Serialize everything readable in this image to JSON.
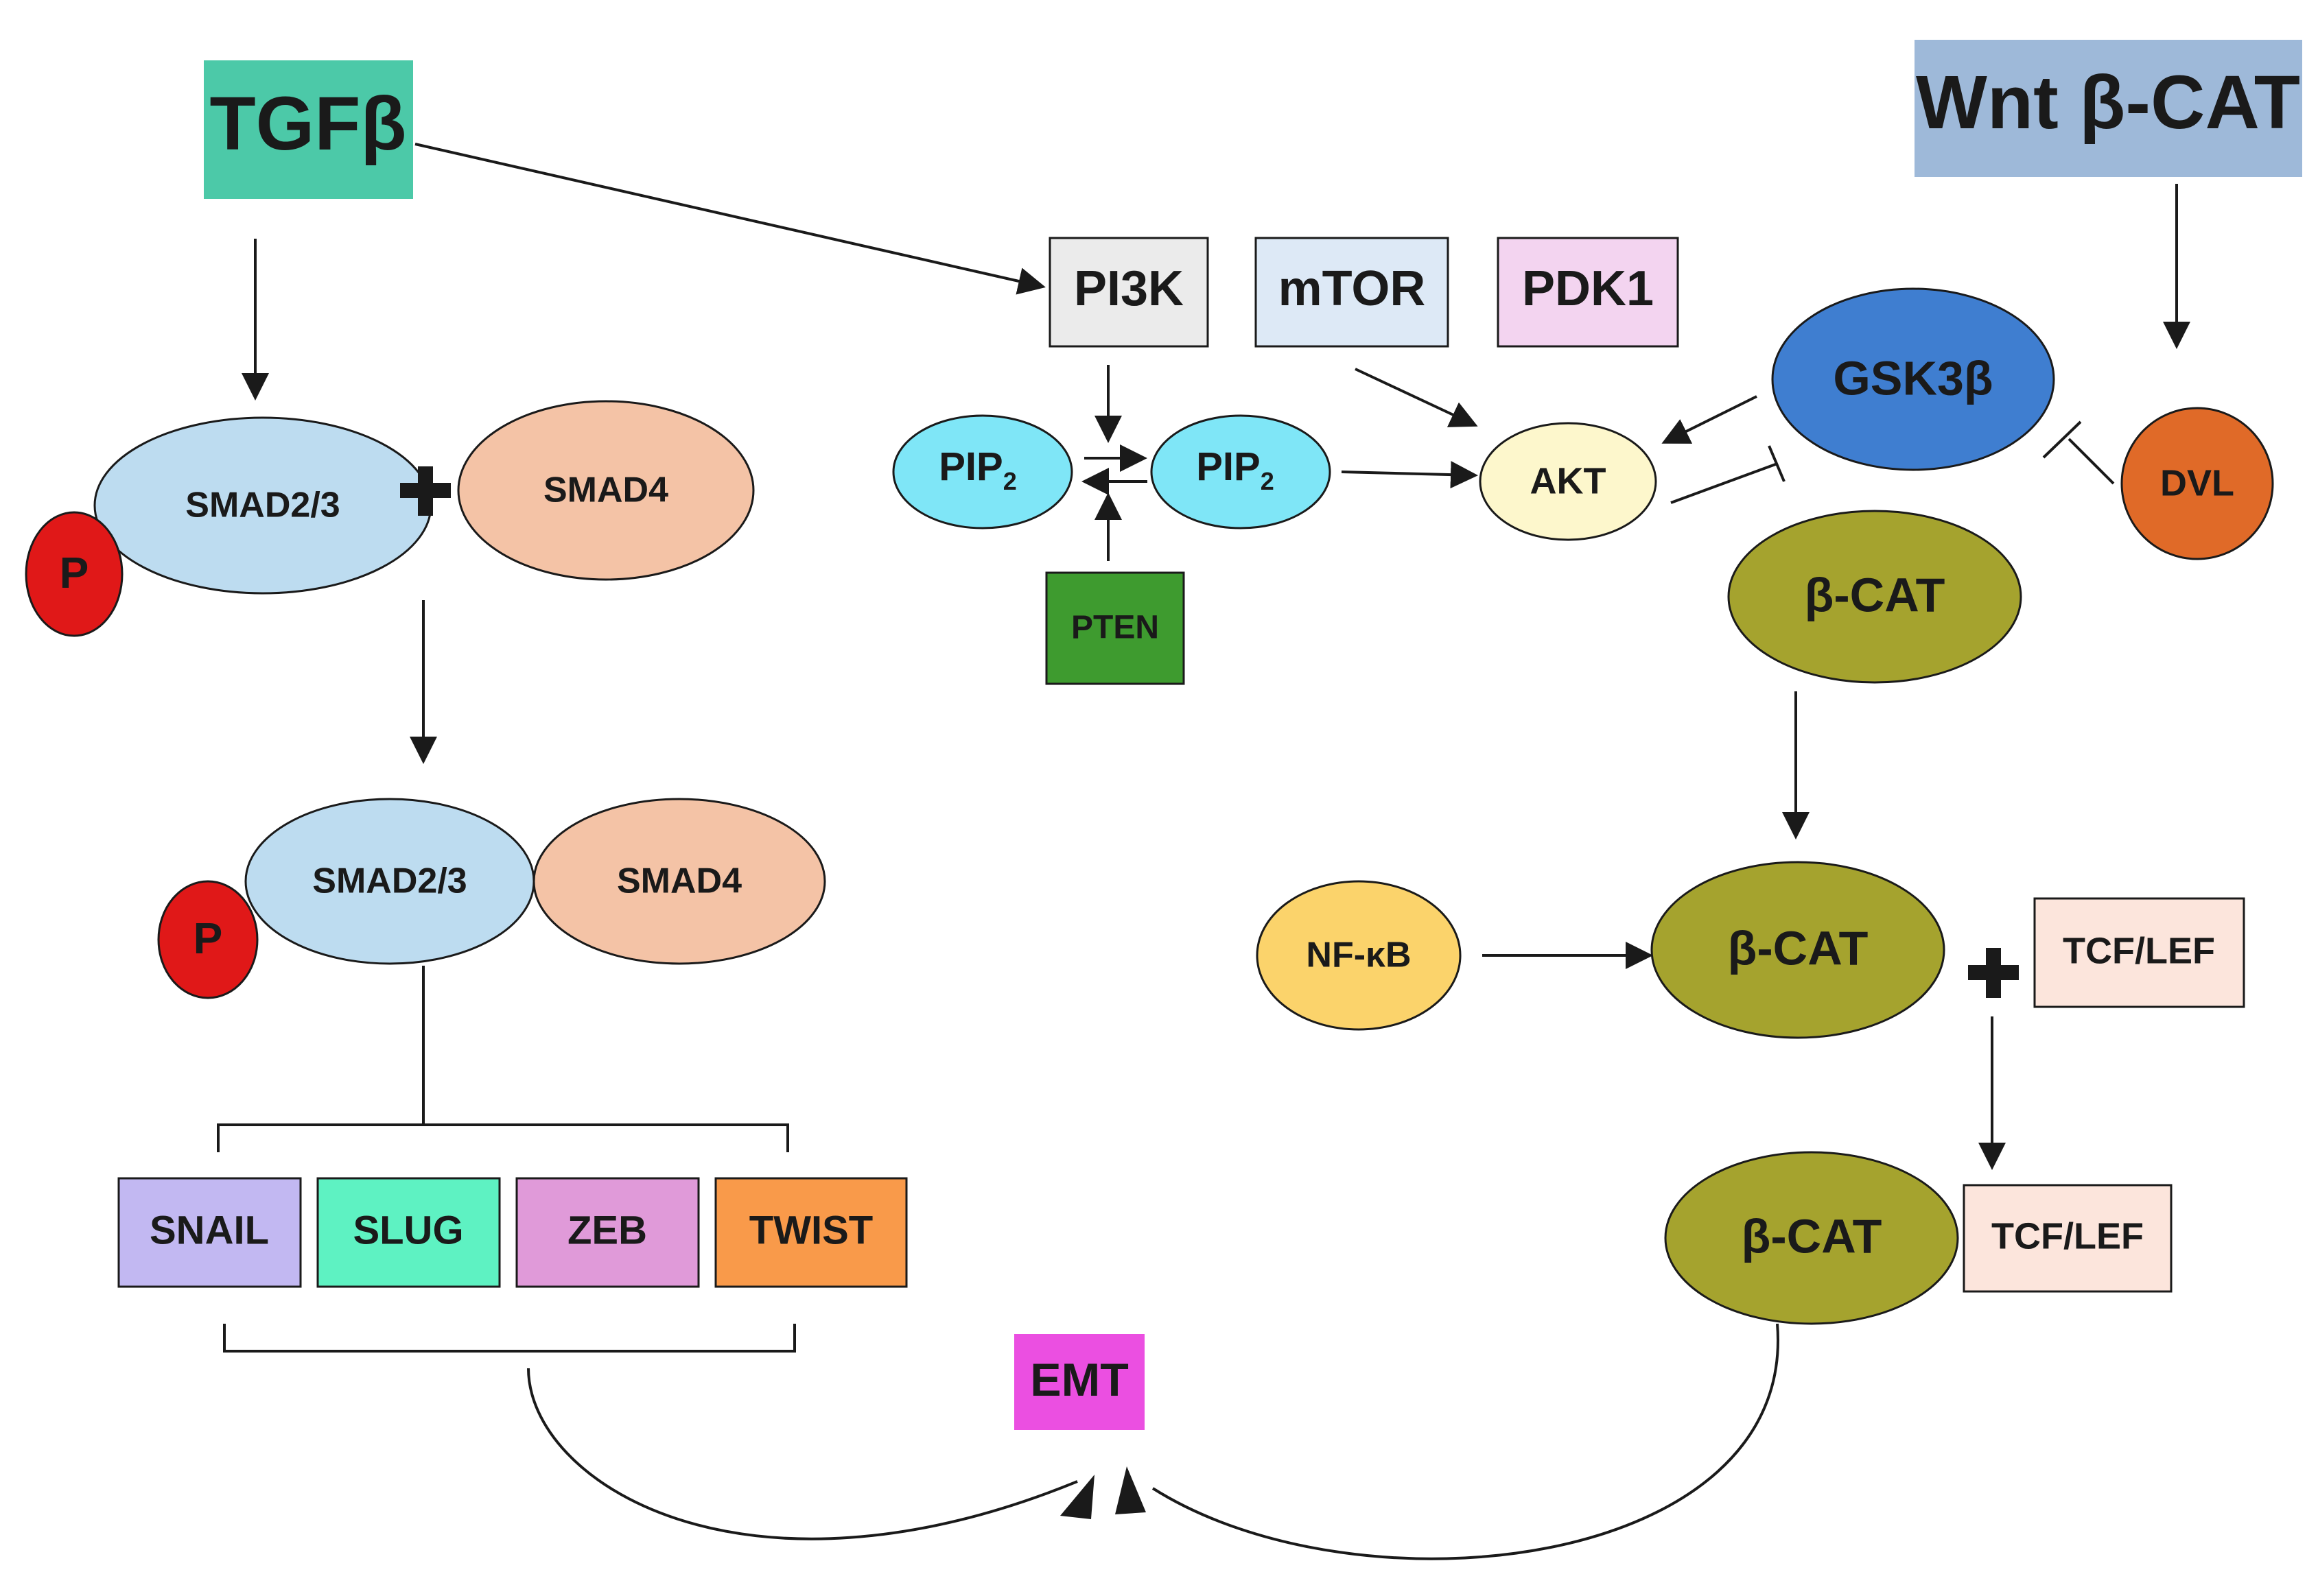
{
  "diagram": {
    "tgfb": "TGFβ",
    "wnt": "Wnt β-CAT",
    "pi3k": "PI3K",
    "mtor": "mTOR",
    "pdk1": "PDK1",
    "gsk3b": "GSK3β",
    "dvl": "DVL",
    "akt": "AKT",
    "pip_left": "PIP",
    "pip_left_sub": "2",
    "pip_right": "PIP",
    "pip_right_sub": "2",
    "pten": "PTEN",
    "smad23_top": "SMAD2/3",
    "smad4_top": "SMAD4",
    "smad23_bottom": "SMAD2/3",
    "smad4_bottom": "SMAD4",
    "phospho_top": "P",
    "phospho_bottom": "P",
    "bcat_1": "β-CAT",
    "bcat_2": "β-CAT",
    "bcat_3": "β-CAT",
    "nfkb": "NF-κB",
    "tcflef_1": "TCF/LEF",
    "tcflef_2": "TCF/LEF",
    "snail": "SNAIL",
    "slug": "SLUG",
    "zeb": "ZEB",
    "twist": "TWIST",
    "emt": "EMT"
  },
  "colors": {
    "tgfb": "#4cc9a8",
    "wnt": "#9eb9d9",
    "pi3k": "#ebebeb",
    "mtor": "#dde9f6",
    "pdk1": "#f3d4f0",
    "gsk3b": "#3f7ed0",
    "dvl": "#e06a28",
    "akt": "#fdf7cc",
    "pip": "#7fe6f7",
    "pten": "#3e9b2f",
    "smad23": "#bddcf0",
    "smad4": "#f4c3a6",
    "phospho": "#e01818",
    "bcat": "#a5a32e",
    "nfkb": "#fbd36b",
    "tcflef": "#fce5dc",
    "snail": "#c2b8f2",
    "slug": "#5ef2c2",
    "zeb": "#e09ad9",
    "twist": "#f99a4a",
    "emt": "#eb4fe1"
  }
}
